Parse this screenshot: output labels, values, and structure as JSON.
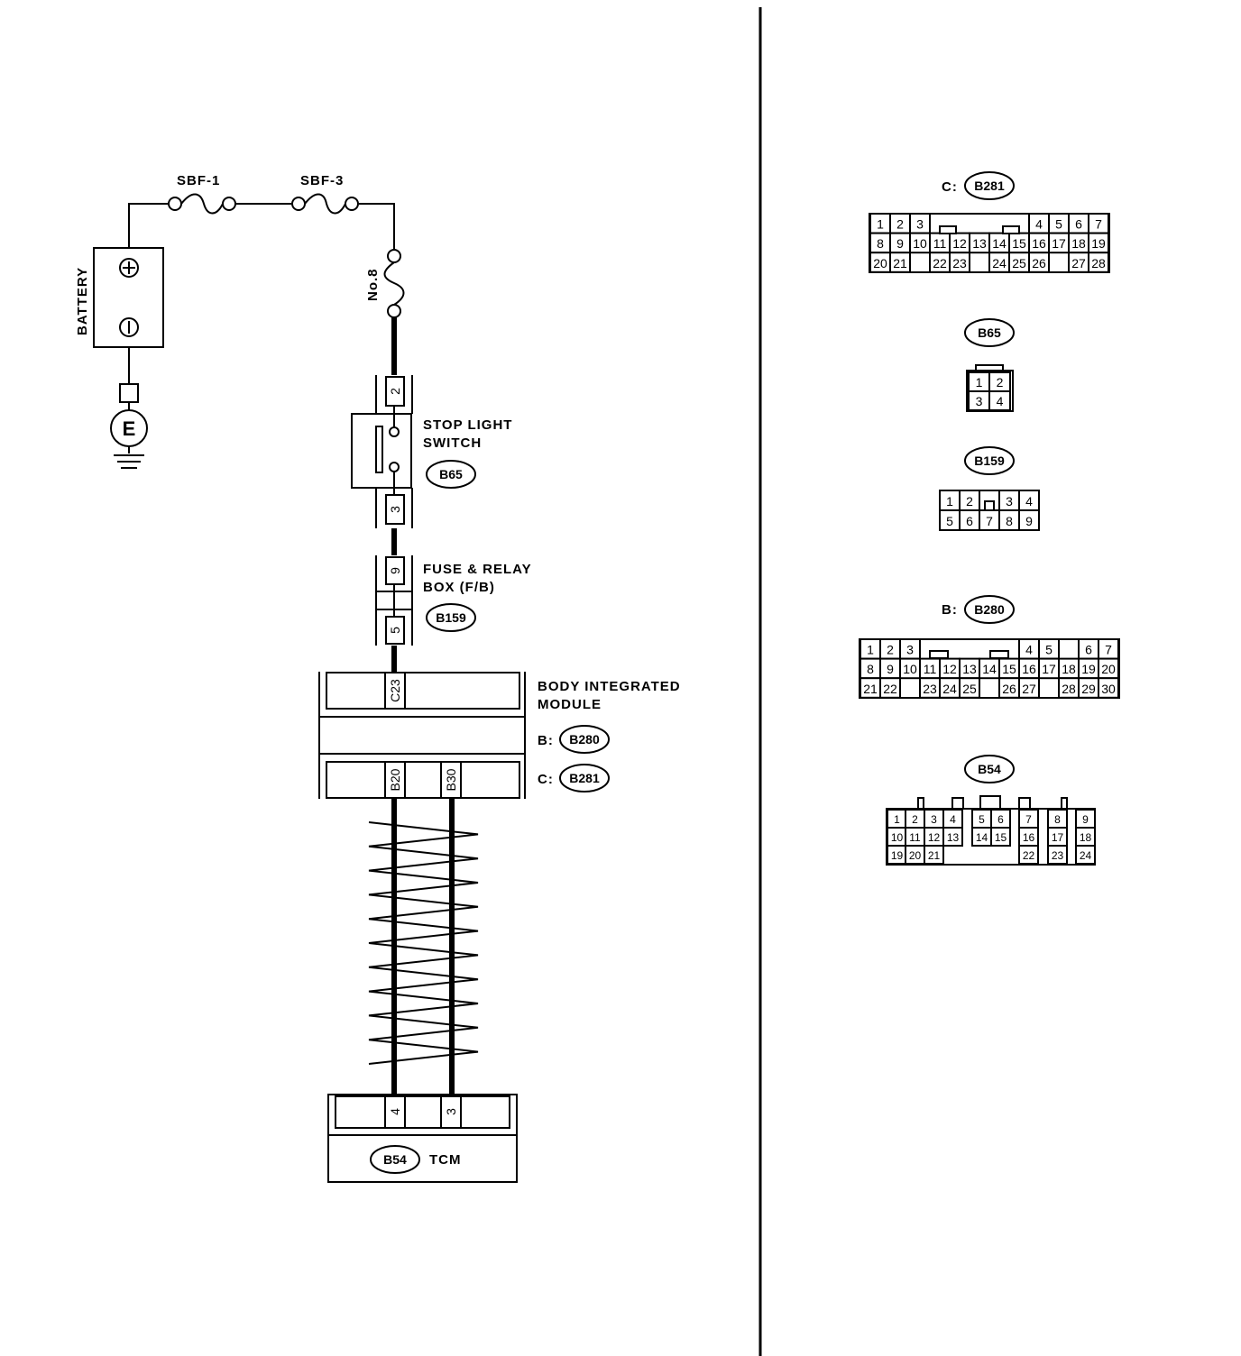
{
  "labels": {
    "battery": "BATTERY",
    "sbf1": "SBF-1",
    "sbf3": "SBF-3",
    "fuse_no8": "No.8",
    "stop_light_switch_1": "STOP LIGHT",
    "stop_light_switch_2": "SWITCH",
    "fuse_relay_box_1": "FUSE & RELAY",
    "fuse_relay_box_2": "BOX (F/B)",
    "bim_1": "BODY INTEGRATED",
    "bim_2": "MODULE",
    "b_prefix": "B:",
    "c_prefix": "C:",
    "tcm": "TCM",
    "ground": "E",
    "plus": "⊕",
    "minus": "⊖"
  },
  "connectors": {
    "b65": "B65",
    "b159": "B159",
    "b280": "B280",
    "b281": "B281",
    "b54": "B54"
  },
  "pins": {
    "b65_top": "2",
    "b65_bottom": "3",
    "b159_top": "9",
    "b159_bottom": "5",
    "bim_c": "C23",
    "bim_b20": "B20",
    "bim_b30": "B30",
    "tcm_4": "4",
    "tcm_3": "3"
  },
  "pinouts": {
    "b281": {
      "row1": [
        "1",
        "2",
        "3",
        "",
        "",
        "",
        "",
        "",
        "4",
        "5",
        "6",
        "7"
      ],
      "row2": [
        "8",
        "9",
        "10",
        "11",
        "12",
        "13",
        "14",
        "15",
        "16",
        "17",
        "18",
        "19"
      ],
      "row3": [
        "20",
        "21",
        "",
        "22",
        "23",
        "",
        "24",
        "25",
        "26",
        "",
        "27",
        "28"
      ]
    },
    "b65": {
      "row1": [
        "1",
        "2"
      ],
      "row2": [
        "3",
        "4"
      ]
    },
    "b159": {
      "row1": [
        "1",
        "2",
        "",
        "3",
        "4"
      ],
      "row2": [
        "5",
        "6",
        "7",
        "8",
        "9"
      ]
    },
    "b280": {
      "row1": [
        "1",
        "2",
        "3",
        "",
        "",
        "",
        "",
        "",
        "4",
        "5",
        "",
        "6",
        "7"
      ],
      "row2": [
        "8",
        "9",
        "10",
        "11",
        "12",
        "13",
        "14",
        "15",
        "16",
        "17",
        "18",
        "19",
        "20"
      ],
      "row3": [
        "21",
        "22",
        "",
        "23",
        "24",
        "25",
        "",
        "26",
        "27",
        "",
        "28",
        "29",
        "30"
      ]
    },
    "b54": {
      "row1": [
        "1",
        "2",
        "3",
        "4",
        "5",
        "6",
        "7",
        "8",
        "9"
      ],
      "row2": [
        "10",
        "11",
        "12",
        "13",
        "14",
        "15",
        "16",
        "17",
        "18"
      ],
      "row3": [
        "19",
        "20",
        "21",
        "22",
        "23",
        "24"
      ]
    }
  }
}
